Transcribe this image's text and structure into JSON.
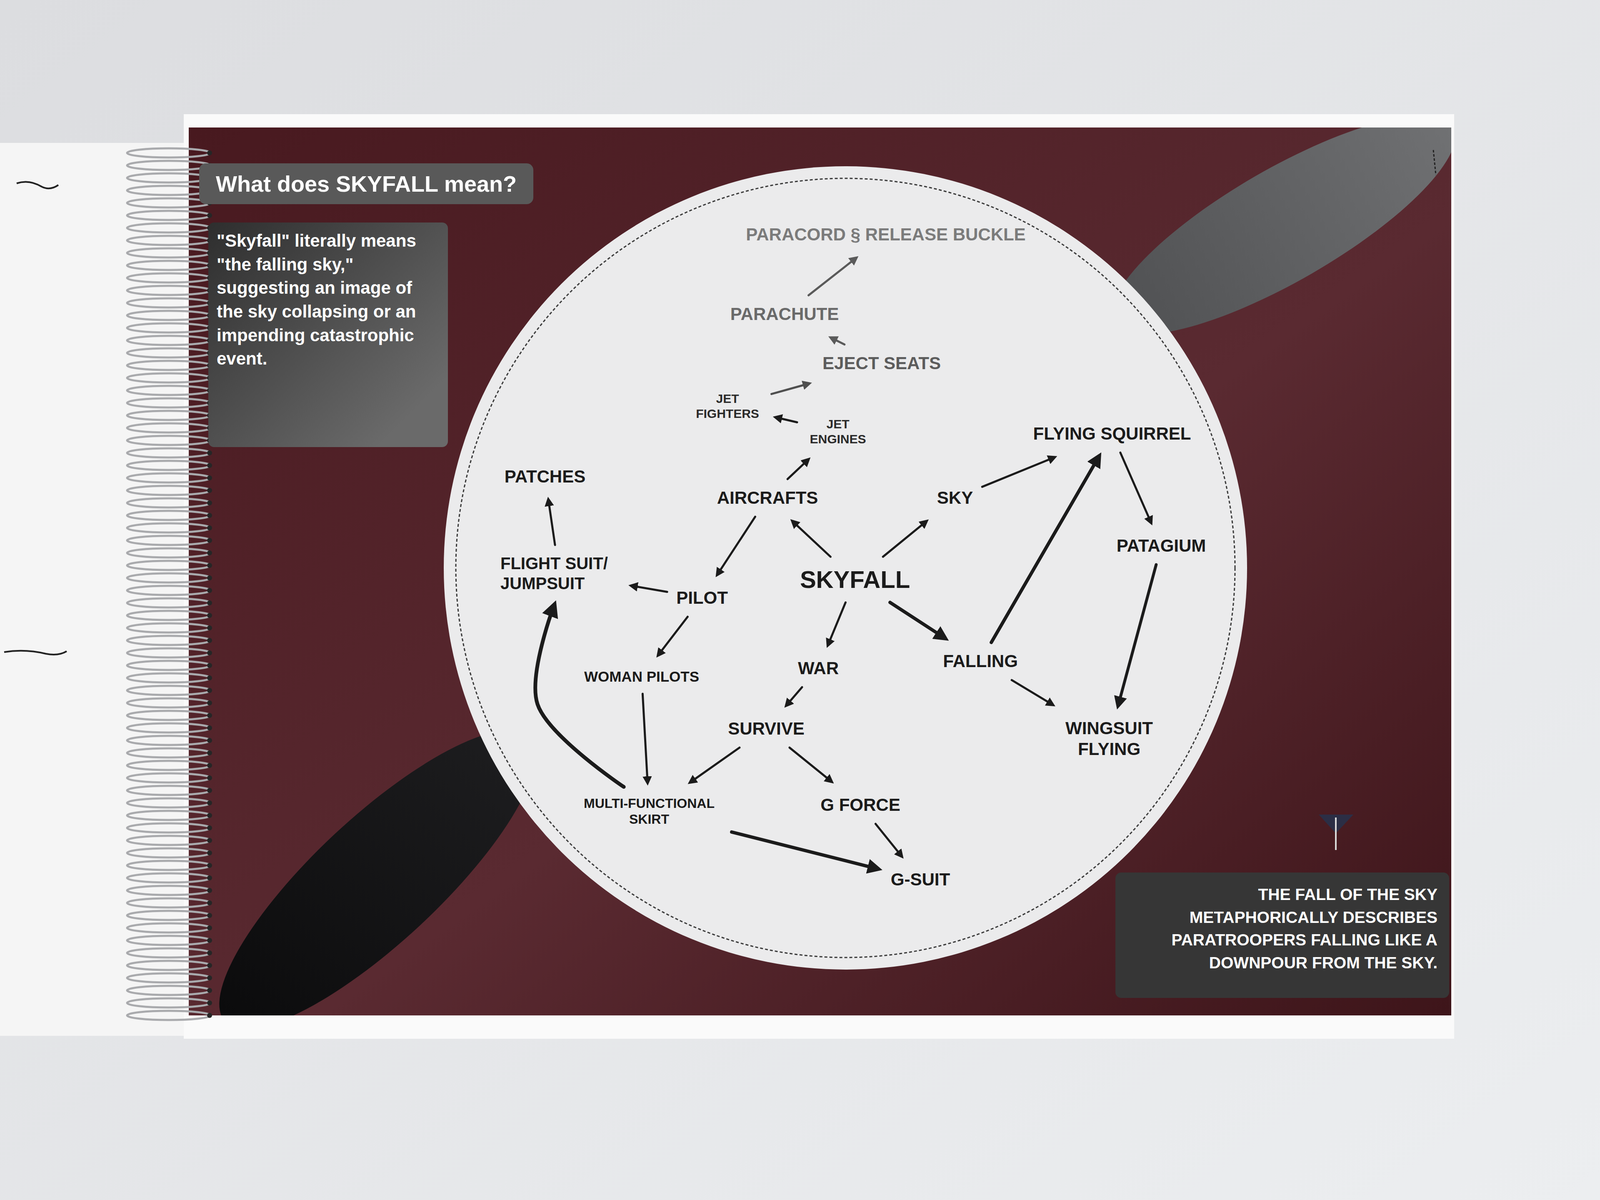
{
  "diagram": {
    "title": "What does SKYFALL mean?",
    "nodes": [
      {
        "text": [
          "\"Skyfall\" literally means \"the falling sky,\" suggesting an image of the sky collapsing or an impending catastrophic event."
        ]
      },
      {
        "text": [
          "PARACORD § RELEASE BUCKLE"
        ]
      },
      {
        "text": [
          "PARACHUTE"
        ]
      },
      {
        "text": [
          "EJECT SEATS"
        ]
      },
      {
        "text": [
          "JET FIGHTERS"
        ]
      },
      {
        "text": [
          "JET ENGINES"
        ]
      },
      {
        "text": [
          "FLYING SQUIRREL"
        ]
      },
      {
        "text": [
          "PATCHES"
        ]
      },
      {
        "text": [
          "AIRCRAFTS"
        ]
      },
      {
        "text": [
          "SKY"
        ]
      },
      {
        "text": [
          "PATAGIUM"
        ]
      },
      {
        "text": [
          "FLIGHT SUIT/ JUMPSUIT"
        ]
      },
      {
        "text": [
          "PILOT"
        ]
      },
      {
        "text": [
          "SKYFALL"
        ]
      },
      {
        "text": [
          "FALLING"
        ]
      },
      {
        "text": [
          "WOMAN PILOTS"
        ]
      },
      {
        "text": [
          "WAR"
        ]
      },
      {
        "text": [
          "WINGSUIT FLYING"
        ]
      },
      {
        "text": [
          "SURVIVE"
        ]
      },
      {
        "text": [
          "MULTI-FUNCTIONAL SKIRT"
        ]
      },
      {
        "text": [
          "G FORCE"
        ]
      },
      {
        "text": [
          "G-SUIT"
        ]
      },
      {
        "text": [
          "THE FALL OF THE SKY METAPHORICALLY DESCRIBES PARATROOPERS FALLING LIKE A DOWNPOUR FROM THE SKY."
        ]
      }
    ],
    "edges": [
      {
        "from": 13,
        "to": 8,
        "arrow": "to"
      },
      {
        "from": 8,
        "to": 5,
        "arrow": "to"
      },
      {
        "from": 5,
        "to": 4,
        "arrow": "to"
      },
      {
        "from": 4,
        "to": 3,
        "arrow": "to"
      },
      {
        "from": 3,
        "to": 2,
        "arrow": "to"
      },
      {
        "from": 2,
        "to": 1,
        "arrow": "to"
      },
      {
        "from": 8,
        "to": 12,
        "arrow": "to"
      },
      {
        "from": 12,
        "to": 11,
        "arrow": "to"
      },
      {
        "from": 11,
        "to": 7,
        "arrow": "to"
      },
      {
        "from": 12,
        "to": 15,
        "arrow": "to"
      },
      {
        "from": 15,
        "to": 19,
        "arrow": "to"
      },
      {
        "from": 19,
        "to": 11,
        "arrow": "to"
      },
      {
        "from": 13,
        "to": 16,
        "arrow": "to"
      },
      {
        "from": 16,
        "to": 18,
        "arrow": "to"
      },
      {
        "from": 18,
        "to": 19,
        "arrow": "to"
      },
      {
        "from": 18,
        "to": 20,
        "arrow": "to"
      },
      {
        "from": 20,
        "to": 21,
        "arrow": "to"
      },
      {
        "from": 19,
        "to": 21,
        "arrow": "to"
      },
      {
        "from": 13,
        "to": 9,
        "arrow": "to"
      },
      {
        "from": 9,
        "to": 6,
        "arrow": "to"
      },
      {
        "from": 13,
        "to": 14,
        "arrow": "to"
      },
      {
        "from": 14,
        "to": 17,
        "arrow": "to"
      },
      {
        "from": 14,
        "to": 6,
        "arrow": "to"
      },
      {
        "from": 6,
        "to": 10,
        "arrow": "to"
      },
      {
        "from": 10,
        "to": 17,
        "arrow": "to"
      }
    ]
  }
}
